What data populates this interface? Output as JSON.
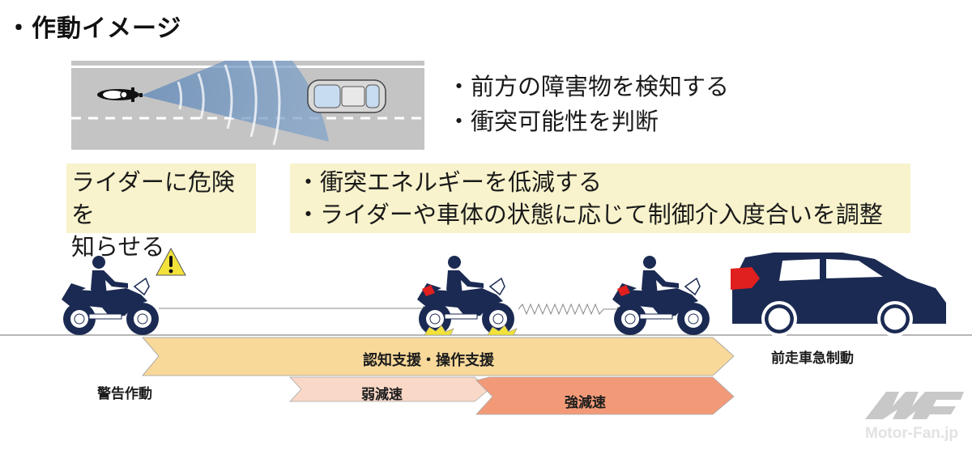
{
  "title": "・作動イメージ",
  "detection": {
    "lines": [
      "・前方の障害物を検知する",
      "・衝突可能性を判断"
    ]
  },
  "notes": {
    "warning": [
      "ライダーに危険を",
      "知らせる"
    ],
    "braking": [
      "・衝突エネルギーを低減する",
      "・ライダーや車体の状態に応じて制御介入度合いを調整"
    ]
  },
  "phases": {
    "support": {
      "label": "認知支援・操作支援",
      "color": "#f8d99a"
    },
    "weak_decel": {
      "label": "弱減速",
      "color": "#f9d8c7"
    },
    "strong_decel": {
      "label": "強減速",
      "color": "#f29a78"
    },
    "warning": {
      "label": "警告作動"
    },
    "front_vehicle": {
      "label": "前走車急制動"
    }
  },
  "colors": {
    "vehicle_navy": "#1b2a52",
    "radar_blue": "#6e94c0",
    "road_gray": "#c4c4c4",
    "warning_yellow": "#f2e23a",
    "brake_light_red": "#e01f1f",
    "note_bg": "#f8f3cc"
  },
  "watermark": {
    "text": "Motor-Fan.jp"
  }
}
